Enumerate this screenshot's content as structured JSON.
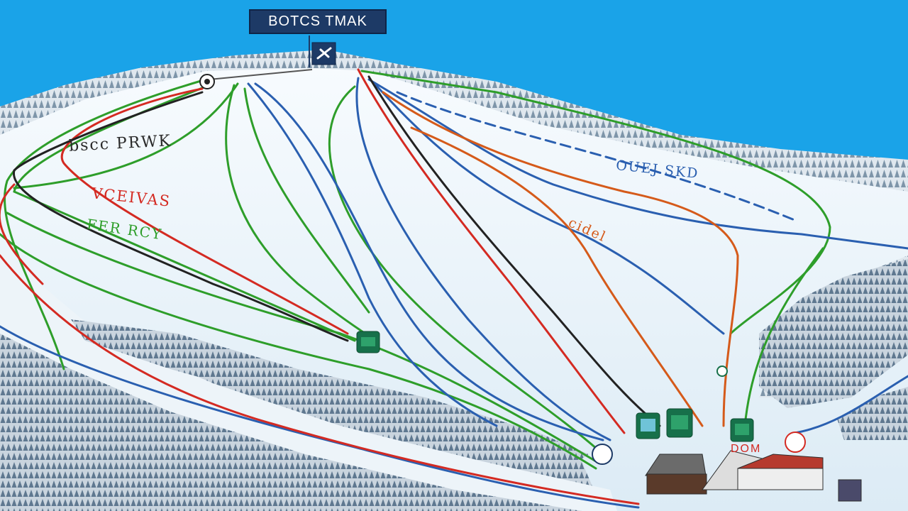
{
  "map": {
    "title": "BOTCS TMAK",
    "colors": {
      "sky": "#1aa3e8",
      "snow": "#eef6fb",
      "forest": "#8fa5b8",
      "green_run": "#2e9e2a",
      "blue_run": "#2a5fb0",
      "red_run": "#d42a22",
      "orange_run": "#d55a1a",
      "black_run": "#222222",
      "lift_sign": "#17704a"
    },
    "labels": {
      "dark_label": "bscc PRWK",
      "red_label": "VCEIVAS",
      "green_label": "FER RCY",
      "blue_label": "OUEJ SKD",
      "orange_label": "cidel",
      "base_label": "DOM"
    },
    "icons": {
      "summit": "gondola-icon",
      "peak_marker": "summit-marker-icon",
      "lift_stations": "lift-station-icon",
      "base_marker": "base-marker-icon",
      "info": "info-sign-icon"
    }
  }
}
